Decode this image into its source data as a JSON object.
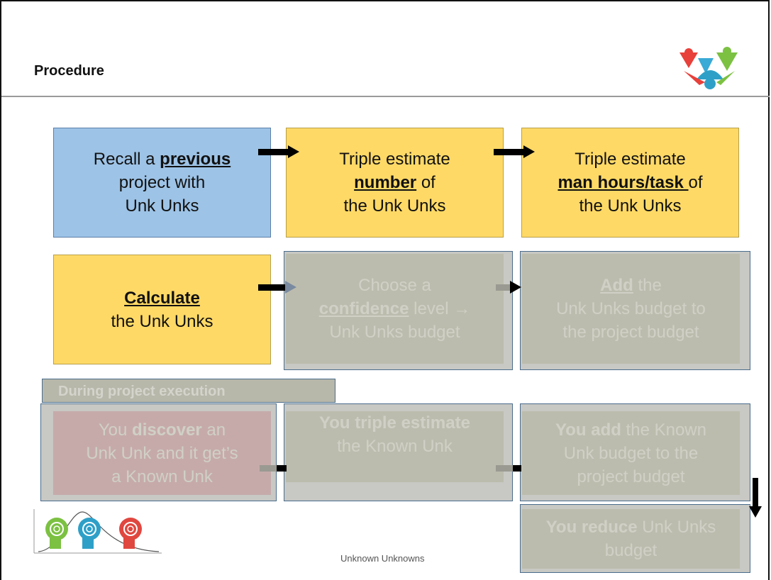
{
  "slide": {
    "title": "Procedure",
    "footer": "Unknown Unknowns"
  },
  "steps_row1": [
    {
      "lines": [
        [
          "Recall a ",
          "previous"
        ],
        [
          "project with"
        ],
        [
          "Unk Unks"
        ]
      ]
    },
    {
      "lines": [
        [
          "Triple estimate"
        ],
        [
          "number",
          " of"
        ],
        [
          "the Unk Unks"
        ]
      ]
    },
    {
      "lines": [
        [
          "Triple estimate"
        ],
        [
          "man hours/task ",
          "of"
        ],
        [
          "the Unk Unks"
        ]
      ]
    }
  ],
  "box1": {
    "l1a": "Recall a ",
    "l1b": "previous",
    "l2": "project with",
    "l3": "Unk Unks"
  },
  "box2": {
    "l1": "Triple estimate",
    "l2a": "number",
    "l2b": " of",
    "l3": "the Unk Unks"
  },
  "box3": {
    "l1": "Triple estimate",
    "l2a": "man hours/task ",
    "l2b": "of",
    "l3": "the Unk Unks"
  },
  "box4": {
    "l1": "Calculate",
    "l2": "the Unk Unks"
  },
  "box5": {
    "l1": "Choose a",
    "l2a": "confidence",
    "l2b": " level →",
    "l3": "Unk Unks budget"
  },
  "box6": {
    "l1a": "Add",
    "l1b": " the",
    "l2": "Unk Unks budget to",
    "l3": "the project budget"
  },
  "execution": {
    "label": "During project execution",
    "box7": {
      "l1a": "You ",
      "l1b": "discover",
      "l1c": " an",
      "l2": "Unk Unk and it get’s",
      "l3": "a Known Unk"
    },
    "box8": {
      "l1": "You triple estimate",
      "l2": "the Known Unk"
    },
    "box9": {
      "l1a": "You add",
      "l1b": " the Known",
      "l2": "Unk budget to the",
      "l3": "project budget"
    },
    "box10": {
      "l1a": "You reduce",
      "l1b": " Unk Unks",
      "l2": "budget"
    }
  },
  "colors": {
    "blue": "#9dc3e6",
    "yellow": "#ffd966",
    "gray": "#bcbcae",
    "rule": "#9a9a9a"
  },
  "icons": [
    "company-logo-icon",
    "thinking-heads-icon",
    "arrow-right-icon",
    "arrow-down-icon"
  ]
}
